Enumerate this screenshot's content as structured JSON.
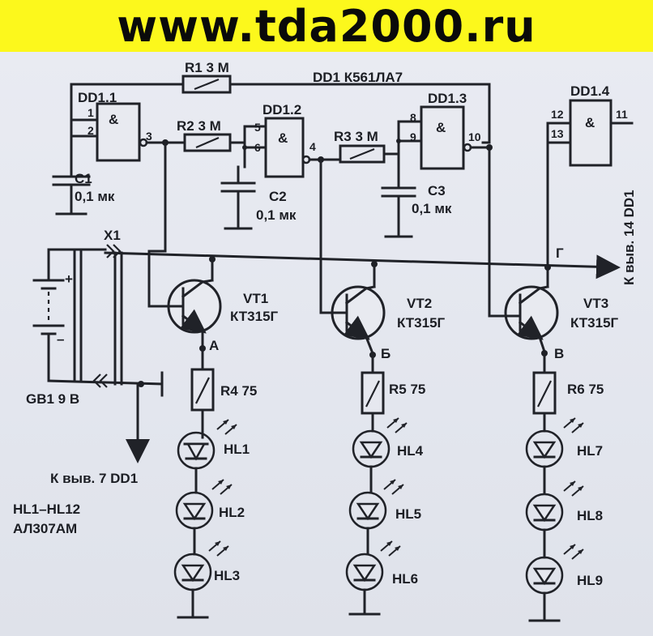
{
  "banner": {
    "text": "www.tda2000.ru",
    "bg_color": "#fcf81c",
    "text_color": "#0a0a0a"
  },
  "schematic": {
    "chip_label": "DD1 К561ЛА7",
    "gates": {
      "dd1_1": {
        "name": "DD1.1",
        "pins": [
          "1",
          "2",
          "3"
        ],
        "symbol": "&"
      },
      "dd1_2": {
        "name": "DD1.2",
        "pins": [
          "5",
          "6",
          "4"
        ],
        "symbol": "&"
      },
      "dd1_3": {
        "name": "DD1.3",
        "pins": [
          "8",
          "9",
          "10"
        ],
        "symbol": "&"
      },
      "dd1_4": {
        "name": "DD1.4",
        "pins": [
          "12",
          "13",
          "11"
        ],
        "symbol": "&"
      }
    },
    "resistors": {
      "r1": "R1 3 М",
      "r2": "R2 3 М",
      "r3": "R3 3 М",
      "r4": "R4 75",
      "r5": "R5 75",
      "r6": "R6 75"
    },
    "capacitors": {
      "c1": {
        "name": "C1",
        "value": "0,1 мк"
      },
      "c2": {
        "name": "C2",
        "value": "0,1 мк"
      },
      "c3": {
        "name": "C3",
        "value": "0,1 мк"
      }
    },
    "transistors": {
      "vt1": {
        "name": "VT1",
        "type": "КТ315Г"
      },
      "vt2": {
        "name": "VT2",
        "type": "КТ315Г"
      },
      "vt3": {
        "name": "VT3",
        "type": "КТ315Г"
      }
    },
    "nodes": {
      "a": "А",
      "b": "Б",
      "v": "В",
      "g": "Г"
    },
    "leds": [
      "HL1",
      "HL2",
      "HL3",
      "HL4",
      "HL5",
      "HL6",
      "HL7",
      "HL8",
      "HL9"
    ],
    "connector": "X1",
    "battery": "GB1 9 В",
    "pin7_note": "К выв. 7 DD1",
    "pin14_note": "К выв. 14 DD1",
    "led_note_line1": "HL1–HL12",
    "led_note_line2": "АЛ307АМ"
  }
}
